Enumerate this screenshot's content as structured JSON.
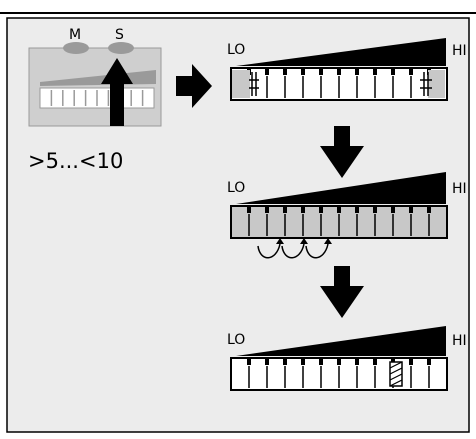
{
  "device": {
    "button_m_label": "M",
    "button_s_label": "S",
    "range_text": ">5...<10"
  },
  "scales": [
    {
      "lo_label": "LO",
      "hi_label": "HI",
      "state": "set-range-ends"
    },
    {
      "lo_label": "LO",
      "hi_label": "HI",
      "state": "scanning"
    },
    {
      "lo_label": "LO",
      "hi_label": "HI",
      "state": "found",
      "marker_segment": 8
    }
  ],
  "colors": {
    "panel": "#ececec",
    "frame": "#000000",
    "device_body": "#cfcfcf",
    "device_button": "#9a9a9a",
    "segment_fill": "#ffffff",
    "segment_shaded": "#c8c8c8"
  },
  "icons": [
    "hand-icon",
    "arrow-right-icon",
    "arrow-down-icon",
    "curved-arrow-icon"
  ]
}
